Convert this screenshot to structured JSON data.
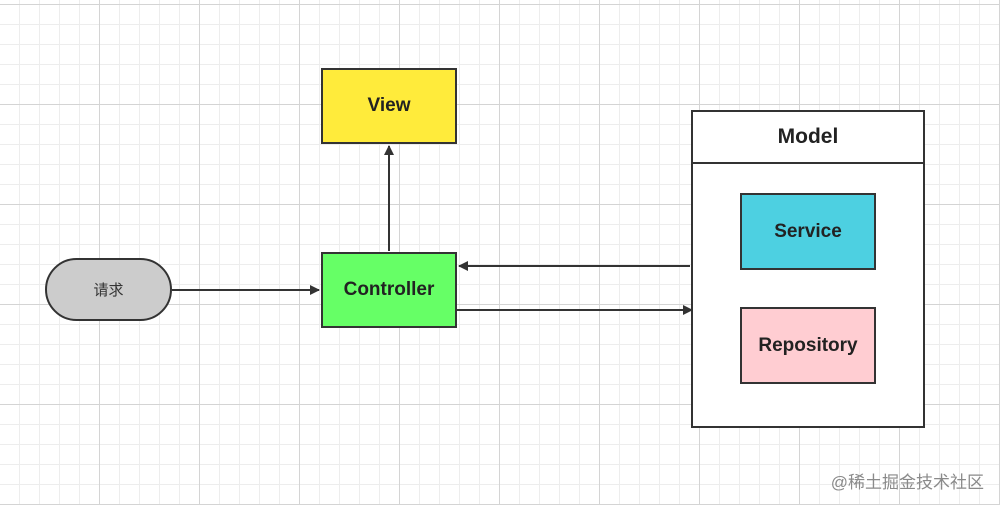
{
  "diagram": {
    "nodes": {
      "view": "View",
      "controller": "Controller",
      "request": "请求",
      "model": "Model",
      "service": "Service",
      "repository": "Repository"
    },
    "colors": {
      "view": "#ffeb3b",
      "controller": "#66ff66",
      "request": "#cccccc",
      "service": "#4dd0e1",
      "repository": "#ffcdd2",
      "stroke": "#333333"
    }
  },
  "watermark": "@稀土掘金技术社区"
}
